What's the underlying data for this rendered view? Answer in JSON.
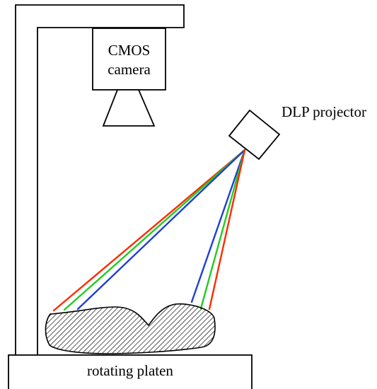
{
  "labels": {
    "camera_line1": "CMOS",
    "camera_line2": "camera",
    "projector": "DLP projector",
    "platen": "rotating platen"
  },
  "components": [
    {
      "name": "support-frame",
      "kind": "stand"
    },
    {
      "name": "cmos-camera",
      "kind": "camera"
    },
    {
      "name": "dlp-projector",
      "kind": "projector"
    },
    {
      "name": "object",
      "kind": "scanned-object",
      "fill": "hatched"
    },
    {
      "name": "rotating-platen",
      "kind": "platform"
    }
  ],
  "beams": {
    "colors": {
      "red": "#ff2a00",
      "green": "#22cc22",
      "blue": "#1f3fd4"
    },
    "left_fan_order": [
      "red",
      "green",
      "blue"
    ],
    "right_fan_order": [
      "blue",
      "green",
      "red"
    ]
  }
}
